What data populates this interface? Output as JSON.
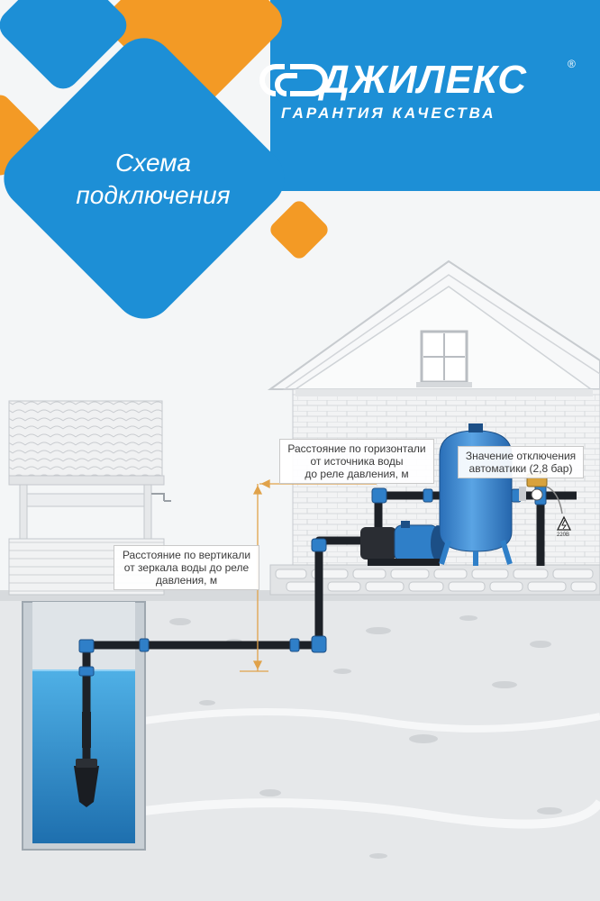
{
  "header": {
    "title_line1": "Схема",
    "title_line2": "подключения",
    "brand": "ДЖИЛЕКС",
    "registered": "®",
    "slogan": "ГАРАНТИЯ КАЧЕСТВА"
  },
  "annotations": {
    "horizontal_distance": [
      "Расстояние по горизонтали",
      "от источника воды",
      "до реле давления, м"
    ],
    "vertical_distance": [
      "Расстояние по вертикали",
      "от зеркала воды до реле",
      "давления, м"
    ],
    "cutoff_value": [
      "Значение отключения",
      "автоматики (2,8 бар)"
    ],
    "voltage": "220В"
  },
  "icons": [
    "brand-logo-icon",
    "electric-hazard-icon"
  ],
  "colors": {
    "brand_blue": "#1d8fd6",
    "accent_orange": "#f39a25",
    "tank_blue": "#2f7fc8",
    "pipe": "#1d2127",
    "water": "#3aa0dc",
    "dimension": "#e0a24a"
  }
}
